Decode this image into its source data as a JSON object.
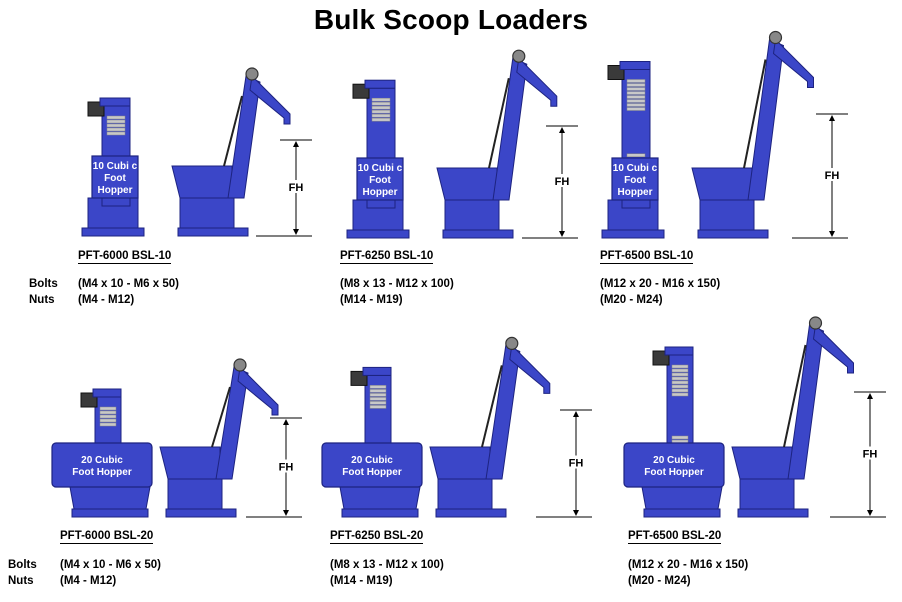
{
  "title": "Bulk Scoop Loaders",
  "row_labels": {
    "bolts": "Bolts",
    "nuts": "Nuts"
  },
  "dimension_label": "FH",
  "colors": {
    "machine_blue": "#3b46c8",
    "machine_outline": "#1d2380",
    "steps_gray": "#c8c8c8",
    "motor_dark": "#3a3a3a"
  },
  "loaders": [
    {
      "model": "PFT-6000 BSL-10",
      "hopper_lines": [
        "10 Cubi c",
        "Foot",
        "Hopper"
      ],
      "bolts": "(M4 x 10 - M6 x 50)",
      "nuts": "(M4 - M12)"
    },
    {
      "model": "PFT-6250 BSL-10",
      "hopper_lines": [
        "10 Cubi c",
        "Foot",
        "Hopper"
      ],
      "bolts": "(M8 x 13 - M12 x 100)",
      "nuts": "(M14 - M19)"
    },
    {
      "model": "PFT-6500 BSL-10",
      "hopper_lines": [
        "10 Cubi c",
        "Foot",
        "Hopper"
      ],
      "bolts": "(M12 x 20 - M16 x 150)",
      "nuts": "(M20 - M24)"
    },
    {
      "model": "PFT-6000 BSL-20",
      "hopper_lines": [
        "20 Cubic",
        "Foot Hopper"
      ],
      "bolts": "(M4 x 10 - M6 x 50)",
      "nuts": "(M4 - M12)"
    },
    {
      "model": "PFT-6250 BSL-20",
      "hopper_lines": [
        "20 Cubic",
        "Foot Hopper"
      ],
      "bolts": "(M8 x 13 - M12 x 100)",
      "nuts": "(M14 - M19)"
    },
    {
      "model": "PFT-6500 BSL-20",
      "hopper_lines": [
        "20 Cubic",
        "Foot Hopper"
      ],
      "bolts": "(M12 x 20 - M16 x 150)",
      "nuts": "(M20 - M24)"
    }
  ]
}
